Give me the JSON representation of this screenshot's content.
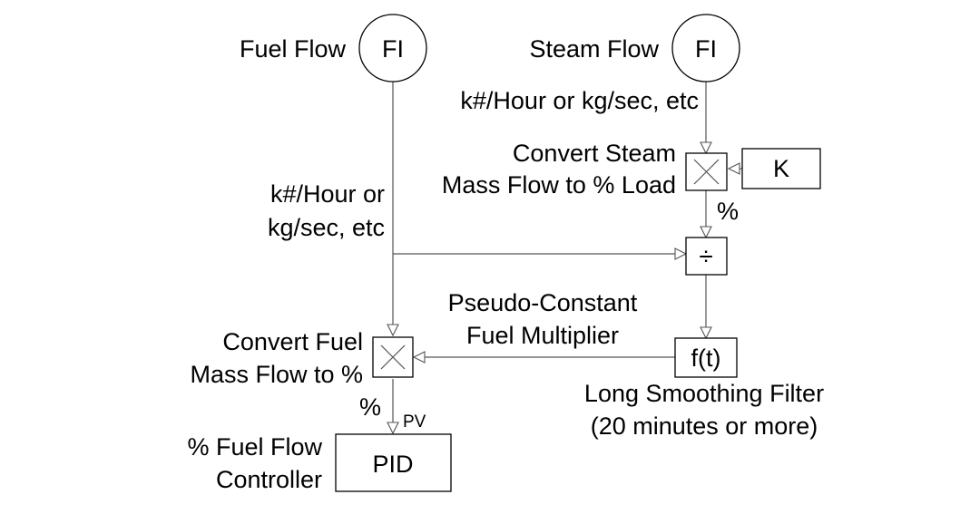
{
  "instruments": {
    "fuel": {
      "label": "Fuel Flow",
      "tag": "FI"
    },
    "steam": {
      "label": "Steam Flow",
      "tag": "FI"
    }
  },
  "labels": {
    "steam_units": "k#/Hour or kg/sec, etc",
    "fuel_units": [
      "k#/Hour or",
      "kg/sec, etc"
    ],
    "convert_steam": [
      "Convert Steam",
      "Mass Flow to % Load"
    ],
    "steam_pct": "%",
    "pseudo_constant": [
      "Pseudo-Constant",
      "Fuel Multiplier"
    ],
    "convert_fuel": [
      "Convert Fuel",
      "Mass Flow to %"
    ],
    "fuel_pct": "%",
    "pv": "PV",
    "controller_desc": [
      "% Fuel Flow",
      "Controller"
    ],
    "filter_desc": [
      "Long Smoothing Filter",
      "(20 minutes or more)"
    ]
  },
  "blocks": {
    "k_block": "K",
    "divide": "÷",
    "filter": "f(t)",
    "pid": "PID"
  }
}
